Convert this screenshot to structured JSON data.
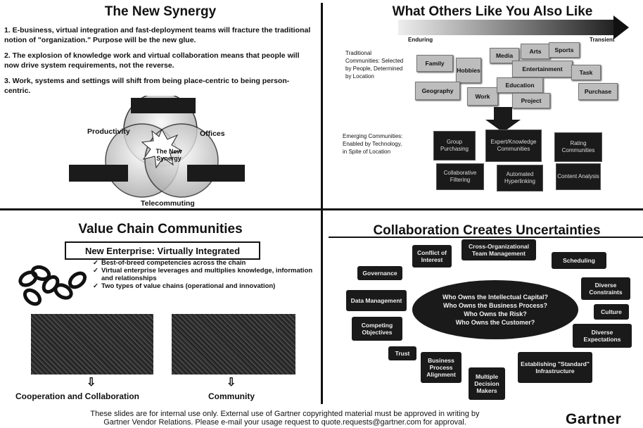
{
  "q1": {
    "title": "The New Synergy",
    "points": [
      "1. E-business, virtual integration and fast-deployment teams will fracture the traditional notion of \"organization.\" Purpose will be the new glue.",
      "2. The explosion of knowledge work and virtual collaboration means that people will now drive system requirements, not the reverse.",
      "3. Work, systems and settings will shift from being place-centric to being person-centric."
    ],
    "venn": {
      "productivity": "Productivity",
      "offices": "Offices",
      "telecommuting": "Telecommuting",
      "center": "The New Synergy"
    }
  },
  "q2": {
    "title": "What Others Like You Also Like",
    "arrow_start": "Enduring",
    "arrow_end": "Transient",
    "traditional": "Traditional Communities: Selected by People, Determined by Location",
    "emerging": "Emerging Communities: Enabled by Technology, in Spite of Location",
    "light_tiles": [
      "Family",
      "Hobbies",
      "Media",
      "Arts",
      "Entertainment",
      "Task",
      "Geography",
      "Work",
      "Education",
      "Project",
      "Purchase",
      "Sports"
    ],
    "dark_tiles": [
      "Group Purchasing",
      "Expert/Knowledge Communities",
      "Rating Communities",
      "Collaborative Filtering",
      "Automated Hyperlinking",
      "Content Analysis"
    ]
  },
  "q3": {
    "title": "Value Chain Communities",
    "enterprise": "New Enterprise: Virtually Integrated",
    "checks": [
      "Best-of-breed competencies across the chain",
      "Virtual enterprise leverages and multiplies knowledge, information and relationships",
      "Two types of value chains (operational and innovation)"
    ],
    "check_mark": "✓",
    "cap_left": "Cooperation and Collaboration",
    "cap_right": "Community",
    "down_arrow": "⇩"
  },
  "q4": {
    "title": "Collaboration Creates Uncertainties",
    "center": [
      "Who Owns the Intellectual Capital?",
      "Who Owns the Business Process?",
      "Who Owns the Risk?",
      "Who Owns the Customer?"
    ],
    "tiles": [
      "Conflict of Interest",
      "Cross-Organizational Team Management",
      "Scheduling",
      "Governance",
      "Diverse Constraints",
      "Data Management",
      "Culture",
      "Competing Objectives",
      "Diverse Expectations",
      "Trust",
      "Business Process Alignment",
      "Multiple Decision Makers",
      "Establishing \"Standard\" Infrastructure"
    ]
  },
  "footer": {
    "line1": "These slides are for internal use only. External use of Gartner copyrighted material must be approved in writing by",
    "line2": "Gartner Vendor Relations. Please e-mail your usage request to quote.requests@gartner.com for approval.",
    "logo": "Gartner"
  }
}
